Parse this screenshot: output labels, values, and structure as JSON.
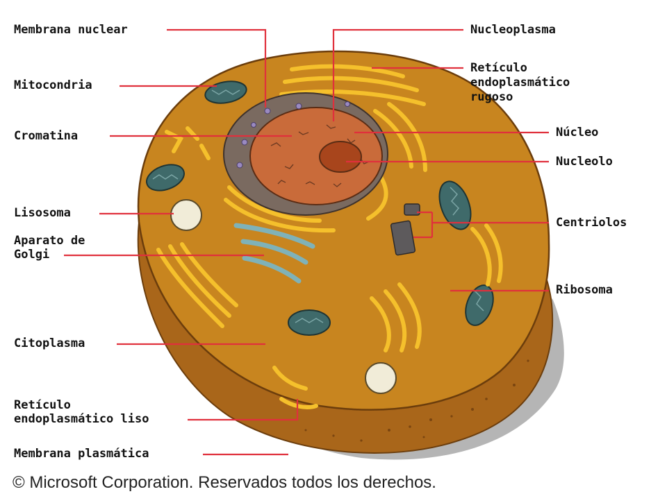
{
  "labels": {
    "membrana_nuclear": "Membrana nuclear",
    "mitocondria": "Mitocondria",
    "cromatina": "Cromatina",
    "lisosoma": "Lisosoma",
    "golgi_1": "Aparato de",
    "golgi_2": "Golgi",
    "citoplasma": "Citoplasma",
    "rel_1": "Retículo",
    "rel_2": "endoplasmático liso",
    "membrana_plasmatica": "Membrana plasmática",
    "nucleoplasma": "Nucleoplasma",
    "rer_1": "Retículo",
    "rer_2": "endoplasmático",
    "rer_3": "rugoso",
    "nucleo": "Núcleo",
    "nucleolo": "Nucleolo",
    "centriolos": "Centriolos",
    "ribosoma": "Ribosoma"
  },
  "copyright": "© Microsoft Corporation. Reservados todos los derechos.",
  "colors": {
    "cell_body": "#c8851f",
    "cell_edge": "#8a5212",
    "membrane_side": "#a9661a",
    "shadow": "#b5b5b5",
    "nuclear_envelope": "#7a6a60",
    "nucleoplasm": "#c96b3a",
    "nucleolus": "#a8451c",
    "reticulum": "#f5c02c",
    "golgi": "#7fb2b8",
    "mitochondria": "#3f6a6a",
    "lysosome": "#f1ecd8",
    "leader_line": "#e0303c"
  }
}
